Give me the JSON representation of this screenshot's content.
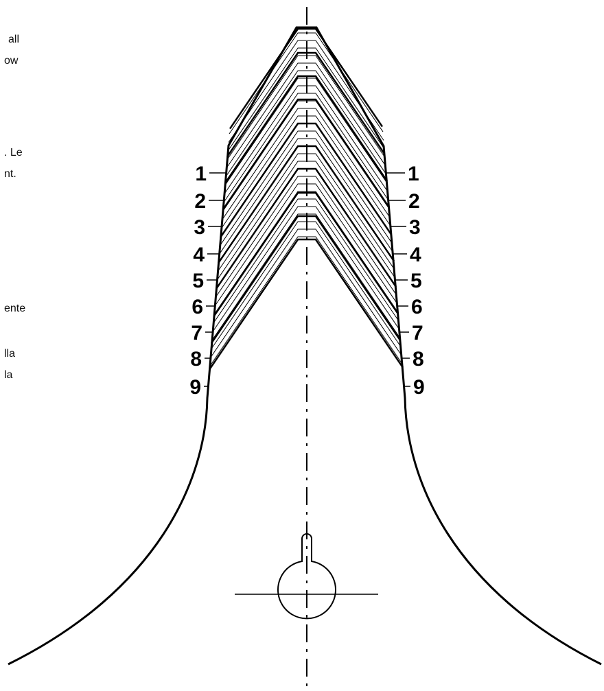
{
  "text_fragments": [
    "all",
    "ow",
    ". Le",
    "nt.",
    "ente",
    "lla",
    "la"
  ],
  "size_labels": [
    "1",
    "2",
    "3",
    "4",
    "5",
    "6",
    "7",
    "8",
    "9"
  ],
  "colors": {
    "line": "#000000",
    "background": "#ffffff"
  }
}
